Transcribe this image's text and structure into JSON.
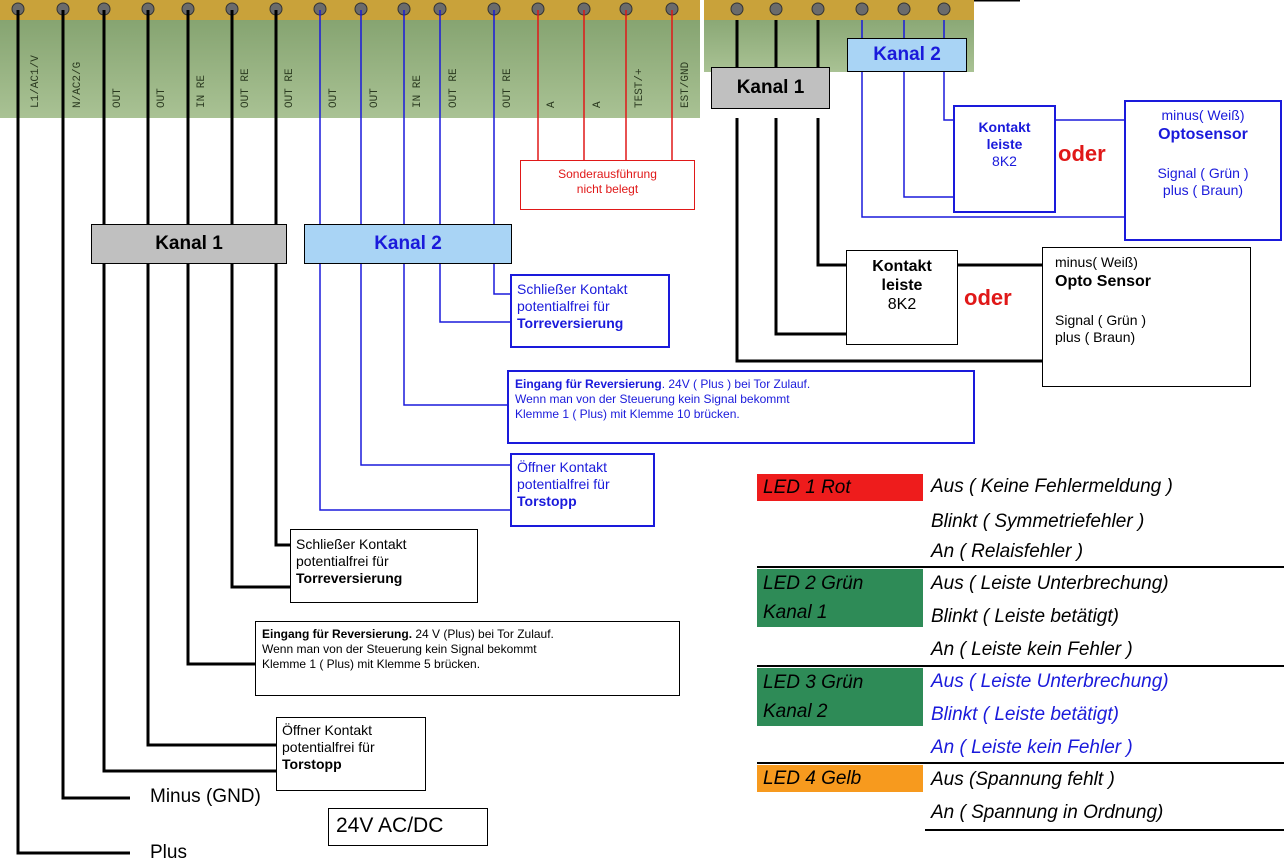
{
  "colors": {
    "black": "#000000",
    "blue": "#1a1adb",
    "red": "#e01818",
    "kanal1_bg": "#c0c0c0",
    "kanal2_bg": "#a9d4f5",
    "led_red": "#ee1c1c",
    "led_green": "#2e8b57",
    "led_yellow": "#f79a1e"
  },
  "pcb": {
    "terminal_labels": [
      "L1/AC1/V",
      "N/AC2/G",
      "OUT",
      "OUT",
      "IN RE",
      "OUT RE",
      "OUT RE",
      "OUT",
      "OUT",
      "IN RE",
      "OUT RE",
      "OUT RE",
      "A",
      "A",
      "TEST/+",
      "EST/GND"
    ]
  },
  "left": {
    "kanal1": "Kanal 1",
    "kanal2": "Kanal 2",
    "sonder": {
      "line1": "Sonderausführung",
      "line2": "nicht belegt"
    },
    "k2_schliesser": {
      "line1": "Schließer Kontakt",
      "line2": "potentialfrei  für",
      "line3": "Torreversierung"
    },
    "k2_eingang": {
      "bold": "Eingang für Reversierung",
      "rest1": ". 24V ( Plus ) bei Tor Zulauf.",
      "line2": "Wenn man von der  Steuerung kein Signal bekommt",
      "line3": "Klemme 1 ( Plus) mit Klemme 10 brücken."
    },
    "k2_oeffner": {
      "line1": "Öffner Kontakt",
      "line2": "potentialfrei für",
      "line3": "Torstopp"
    },
    "k1_schliesser": {
      "line1": "Schließer Kontakt",
      "line2": "potentialfrei  für",
      "line3": "Torreversierung"
    },
    "k1_eingang": {
      "bold": "Eingang für Reversierung.",
      "rest1": " 24 V (Plus) bei Tor Zulauf.",
      "line2": "Wenn man von der  Steuerung kein Signal bekommt",
      "line3": "Klemme 1 ( Plus) mit Klemme 5 brücken."
    },
    "k1_oeffner": {
      "line1": "Öffner Kontakt",
      "line2": "potentialfrei für",
      "line3": "Torstopp"
    },
    "minus": "Minus (GND)",
    "plus": "Plus",
    "voltage": "24V AC/DC"
  },
  "right": {
    "kanal1": "Kanal 1",
    "kanal2": "Kanal 2",
    "k2_kontakt": {
      "line1": "Kontakt",
      "line2": "leiste",
      "line3": "8K2"
    },
    "k2_oder": "oder",
    "k2_opto": {
      "line1": "minus( Weiß)",
      "line2": "Optosensor",
      "line3": "Signal ( Grün )",
      "line4": "plus ( Braun)"
    },
    "k1_kontakt": {
      "line1": "Kontakt",
      "line2": "leiste",
      "line3": "8K2"
    },
    "k1_oder": "oder",
    "k1_opto": {
      "line1": "minus( Weiß)",
      "line2": "Opto Sensor",
      "line3": "Signal ( Grün )",
      "line4": "plus ( Braun)"
    }
  },
  "leds": [
    {
      "badge": "LED 1 Rot",
      "badge2": "",
      "lines": [
        "Aus ( Keine Fehlermeldung )",
        "Blinkt ( Symmetriefehler )",
        "An  ( Relaisfehler )"
      ]
    },
    {
      "badge": "LED 2 Grün",
      "badge2": "Kanal 1",
      "lines": [
        "Aus ( Leiste Unterbrechung)",
        "Blinkt ( Leiste betätigt)",
        "An ( Leiste kein Fehler )"
      ]
    },
    {
      "badge": "LED 3 Grün",
      "badge2": "Kanal 2",
      "lines": [
        "Aus ( Leiste Unterbrechung)",
        "Blinkt ( Leiste betätigt)",
        "An ( Leiste kein Fehler )"
      ]
    },
    {
      "badge": "LED 4 Gelb",
      "badge2": "",
      "lines": [
        "Aus  (Spannung fehlt )",
        "An ( Spannung in Ordnung)"
      ]
    }
  ]
}
